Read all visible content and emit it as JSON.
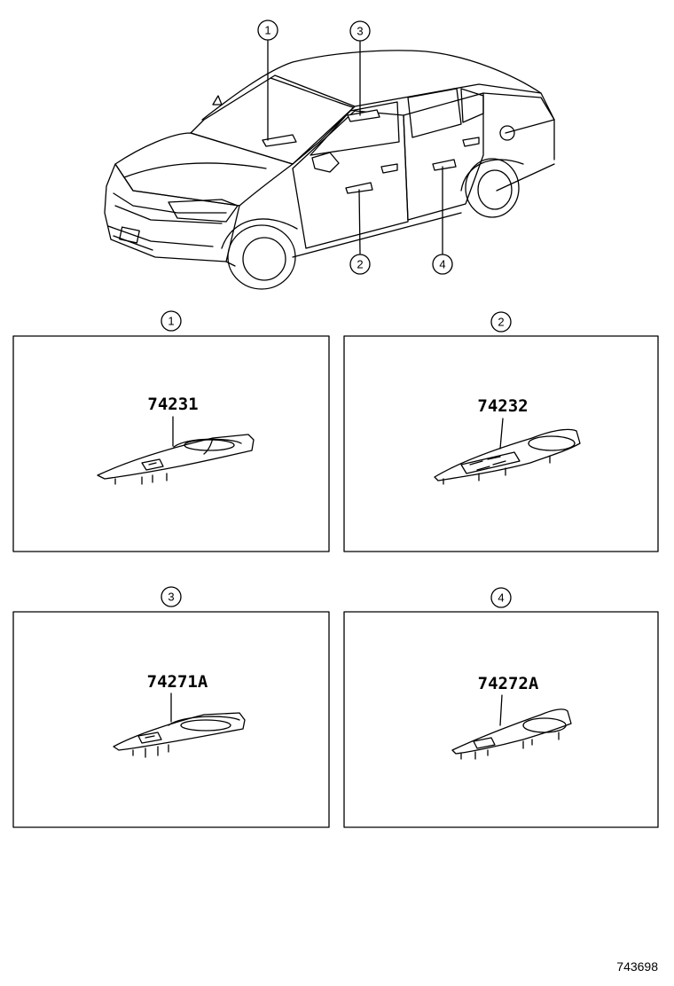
{
  "callouts": {
    "c1": "1",
    "c2": "2",
    "c3": "3",
    "c4": "4"
  },
  "panels": [
    {
      "callout": "1",
      "part_number": "74231"
    },
    {
      "callout": "2",
      "part_number": "74232"
    },
    {
      "callout": "3",
      "part_number": "74271A"
    },
    {
      "callout": "4",
      "part_number": "74272A"
    }
  ],
  "diagram_id": "743698"
}
